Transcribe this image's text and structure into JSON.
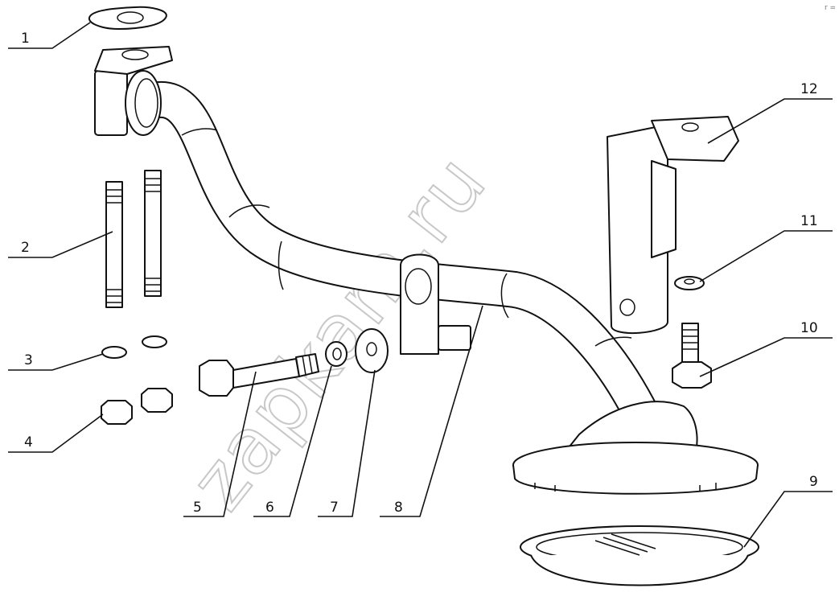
{
  "diagram": {
    "callouts": [
      {
        "label": "1"
      },
      {
        "label": "2"
      },
      {
        "label": "3"
      },
      {
        "label": "4"
      },
      {
        "label": "5"
      },
      {
        "label": "6"
      },
      {
        "label": "7"
      },
      {
        "label": "8"
      },
      {
        "label": "9"
      },
      {
        "label": "10"
      },
      {
        "label": "11"
      },
      {
        "label": "12"
      }
    ]
  },
  "watermark": {
    "text": "zapkam.ru"
  },
  "corner_mark": {
    "text": "r ="
  }
}
